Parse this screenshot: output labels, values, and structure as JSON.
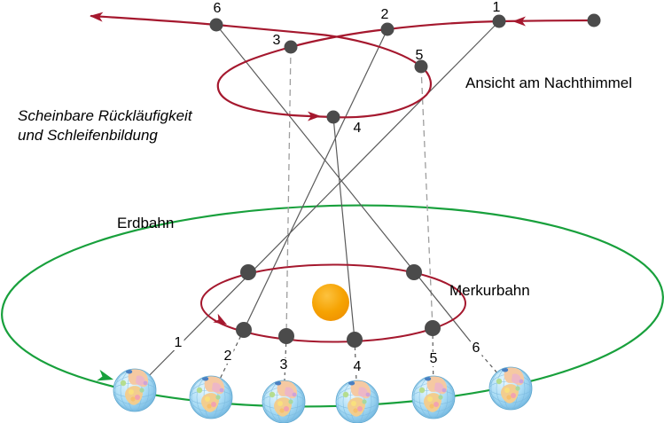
{
  "diagram": {
    "caption": {
      "line1": "Scheinbare Rückläufigkeit",
      "line2": "und Schleifenbildung"
    },
    "labels": {
      "sky_view": "Ansicht am Nachthimmel",
      "earth_orbit": "Erdbahn",
      "mercury_orbit": "Merkurbahn"
    },
    "sky_positions": [
      "1",
      "2",
      "3",
      "4",
      "5",
      "6"
    ],
    "earth_positions": [
      "1",
      "2",
      "3",
      "4",
      "5",
      "6"
    ],
    "colors": {
      "apparent_path_red": "#A5182E",
      "earth_orbit_green": "#18A03C",
      "body_gray": "#4B4B4B",
      "sight_line_gray": "#5A5A5A",
      "sight_line_light": "#9E9E9E",
      "sun_core": "#FCC23F",
      "sun_mid": "#F6A303",
      "sun_edge": "#EE8F00"
    }
  }
}
